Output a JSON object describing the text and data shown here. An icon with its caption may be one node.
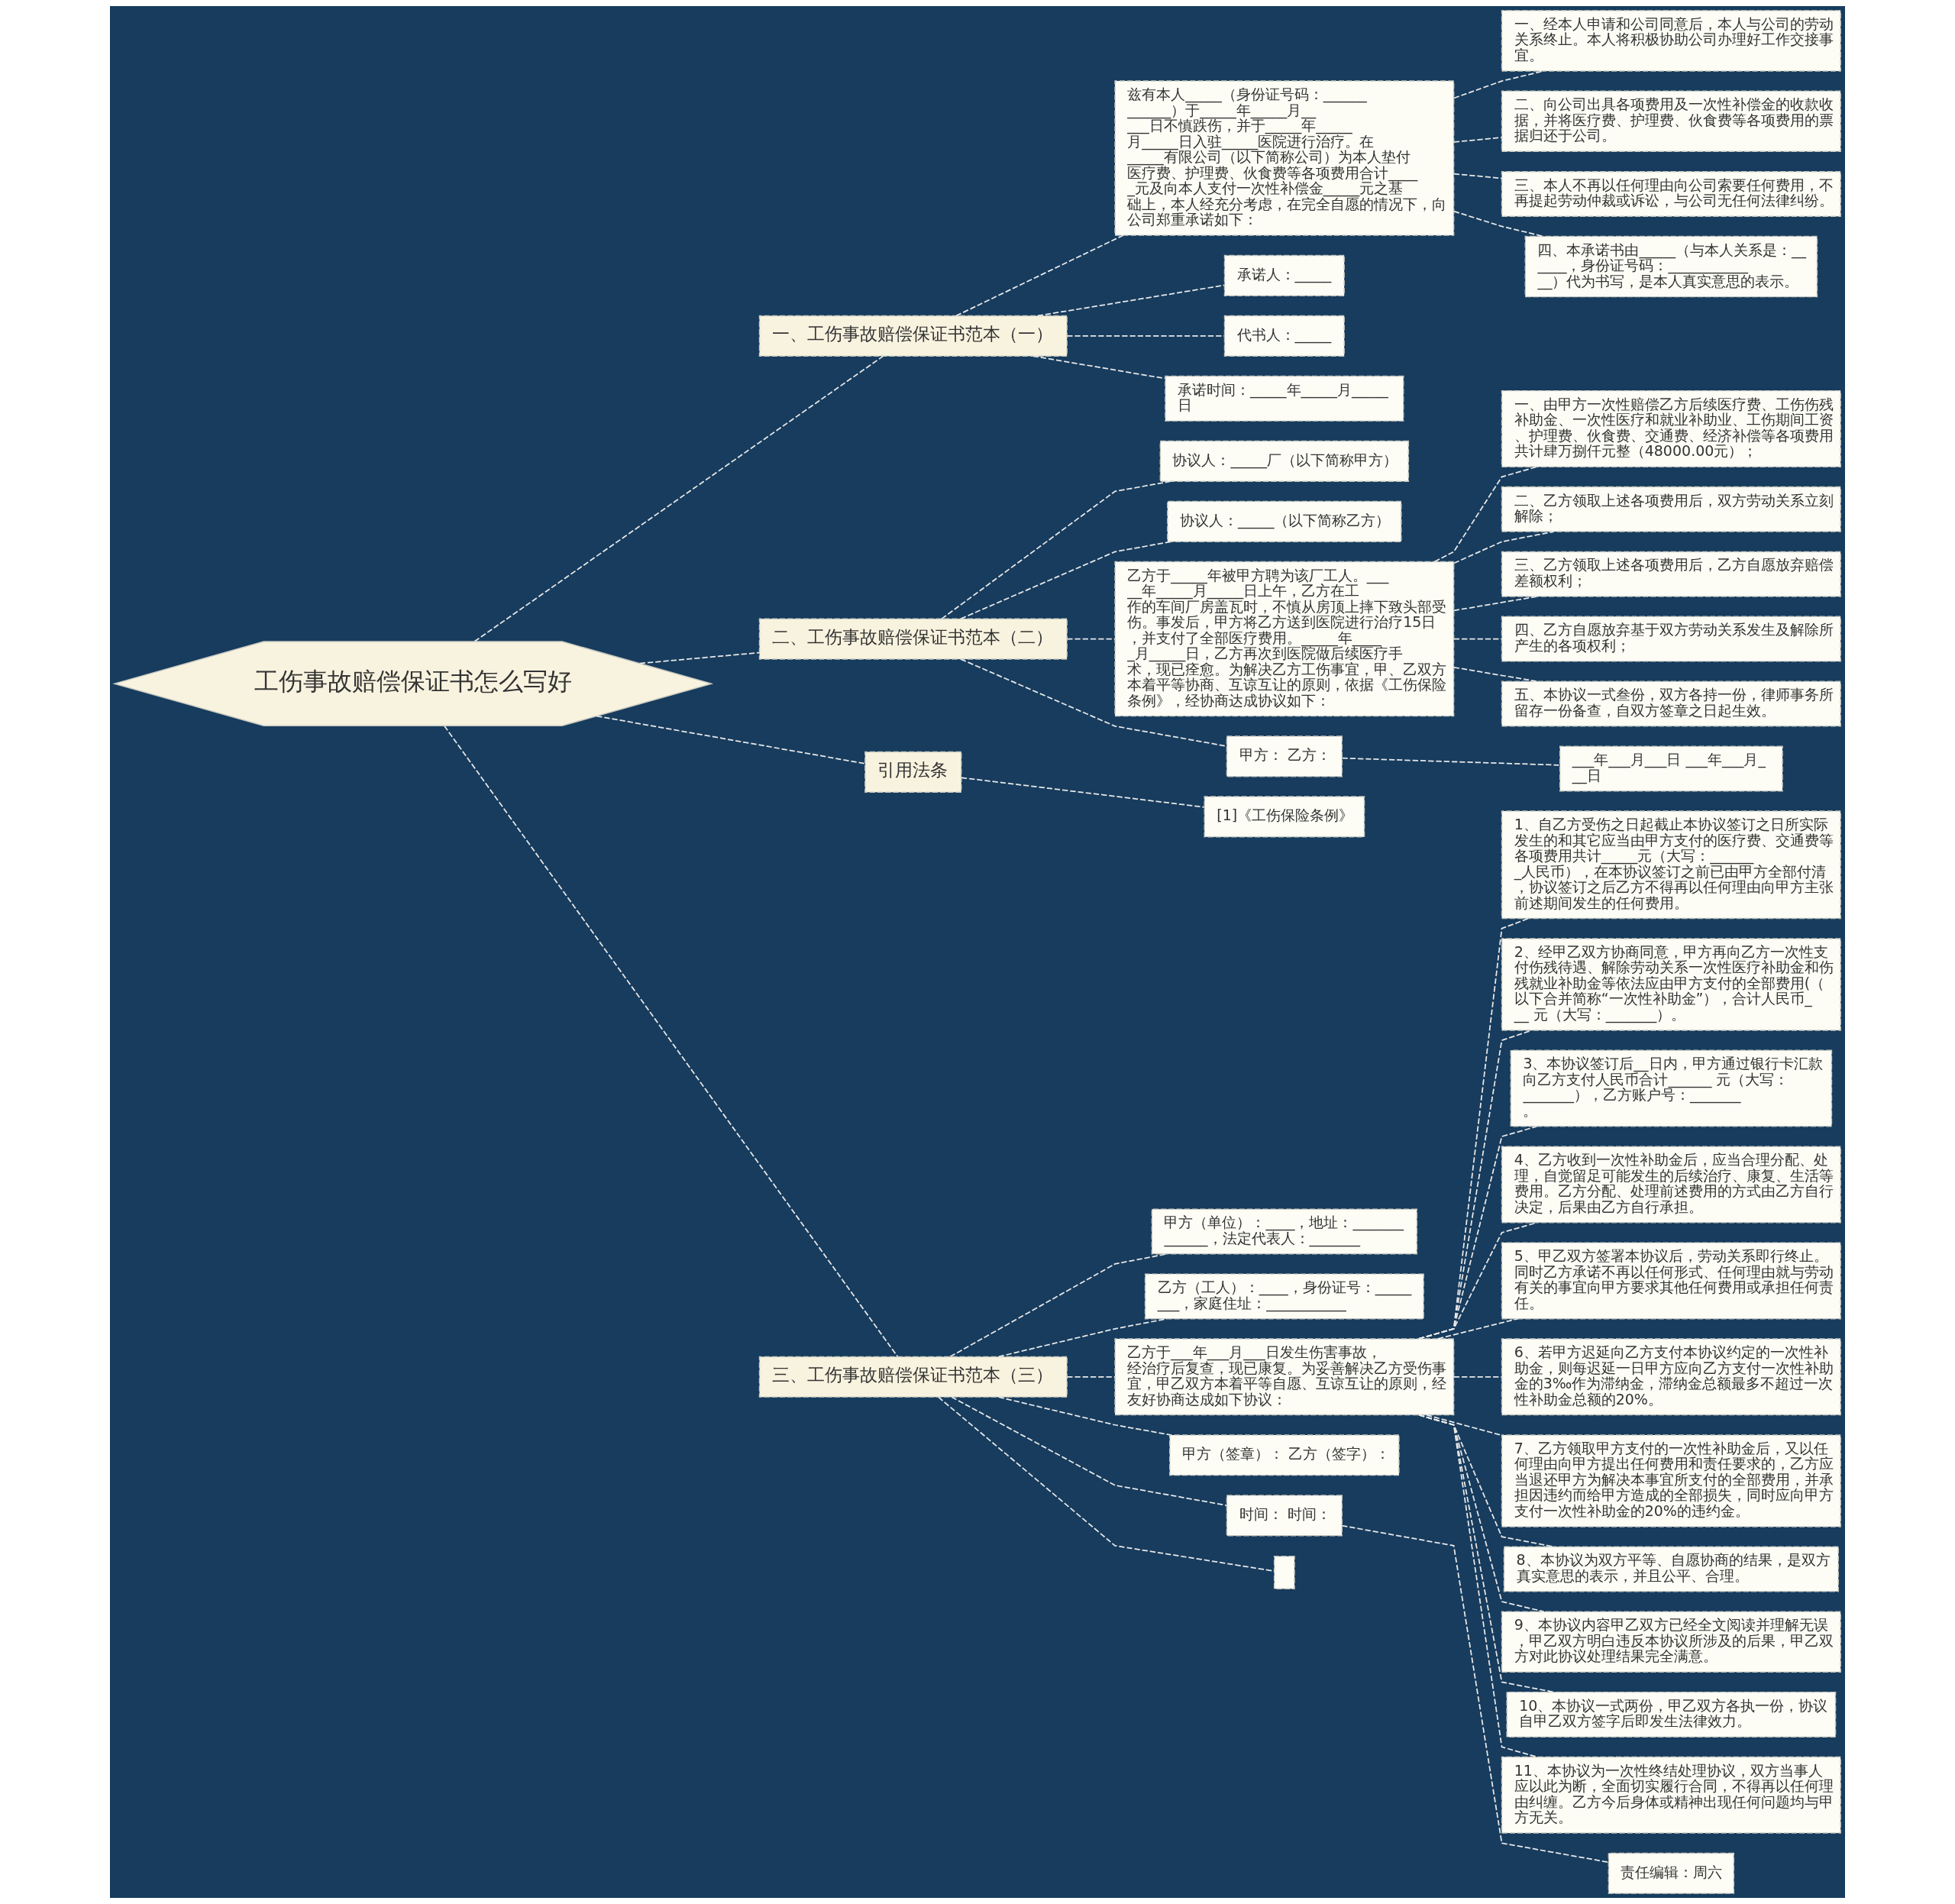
{
  "diagram": {
    "nodes": [
      {
        "text": [
          "工伤事故赔偿保证书怎么写好"
        ]
      },
      {
        "text": [
          "一、工伤事故赔偿保证书范本（一）"
        ]
      },
      {
        "text": [
          "兹有本人_____（身份证号码：____________）于_____年_____月_____日不慎跌伤，并于_____年_____月_____日入驻_____医院进行治疗。在_____有限公司（以下简称公司）为本人垫付医疗费、护理费、伙食费等各项费用合计_____元及向本人支付一次性补偿金_____元之基础上，本人经充分考虑，在完全自愿的情况下，向公司郑重承诺如下："
        ]
      },
      {
        "text": [
          "一、经本人申请和公司同意后，本人与公司的劳动关系终止。本人将积极协助公司办理好工作交接事宜。"
        ]
      },
      {
        "text": [
          "二、向公司出具各项费用及一次性补偿金的收款收据，并将医疗费、护理费、伙食费等各项费用的票据归还于公司。"
        ]
      },
      {
        "text": [
          "三、本人不再以任何理由向公司索要任何费用，不再提起劳动仲裁或诉讼，与公司无任何法律纠纷。"
        ]
      },
      {
        "text": [
          "四、本承诺书由_____（与本人关系是：______，身份证号码：_____________）代为书写，是本人真实意思的表示。"
        ]
      },
      {
        "text": [
          "承诺人：_____"
        ]
      },
      {
        "text": [
          "代书人：_____"
        ]
      },
      {
        "text": [
          "承诺时间：_____年_____月_____日"
        ]
      },
      {
        "text": [
          "二、工伤事故赔偿保证书范本（二）"
        ]
      },
      {
        "text": [
          "协议人：_____厂（以下简称甲方）"
        ]
      },
      {
        "text": [
          "协议人：_____（以下简称乙方）"
        ]
      },
      {
        "text": [
          "乙方于_____年被甲方聘为该厂工人。_____年_____月_____日上午，乙方在工作的车间厂房盖瓦时，不慎从房顶上摔下致头部受伤。事发后，甲方将乙方送到医院进行治疗15日，并支付了全部医疗费用。_____年_____月_____日，乙方再次到医院做后续医疗手术，现已痊愈。为解决乙方工伤事宜，甲、乙双方本着平等协商、互谅互让的原则，依据《工伤保险条例》，经协商达成协议如下："
        ]
      },
      {
        "text": [
          "一、由甲方一次性赔偿乙方后续医疗费、工伤伤残补助金、一次性医疗和就业补助业、工伤期间工资、护理费、伙食费、交通费、经济补偿等各项费用共计肆万捌仟元整（48000.00元）；"
        ]
      },
      {
        "text": [
          "二、乙方领取上述各项费用后，双方劳动关系立刻解除；"
        ]
      },
      {
        "text": [
          "三、乙方领取上述各项费用后，乙方自愿放弃赔偿差额权利；"
        ]
      },
      {
        "text": [
          "四、乙方自愿放弃基于双方劳动关系发生及解除所产生的各项权利；"
        ]
      },
      {
        "text": [
          "五、本协议一式叁份，双方各持一份，律师事务所留存一份备查，自双方签章之日起生效。"
        ]
      },
      {
        "text": [
          "甲方： 乙方："
        ]
      },
      {
        "text": [
          "___年___月___日 ___年___月___日"
        ]
      },
      {
        "text": [
          "引用法条"
        ]
      },
      {
        "text": [
          "[1]《工伤保险条例》"
        ]
      },
      {
        "text": [
          "三、工伤事故赔偿保证书范本（三）"
        ]
      },
      {
        "text": [
          "甲方（单位）：____，地址：_____________，法定代表人：_______"
        ]
      },
      {
        "text": [
          "乙方（工人）：____，身份证号：________，家庭住址：___________"
        ]
      },
      {
        "text": [
          "乙方于___年___月___日发生伤害事故，经治疗后复查，现已康复。为妥善解决乙方受伤事宜，甲乙双方本着平等自愿、互谅互让的原则，经友好协商达成如下协议："
        ]
      },
      {
        "text": [
          "1、自乙方受伤之日起截止本协议签订之日所实际发生的和其它应当由甲方支付的医疗费、交通费等各项费用共计_____元（大写：_______人民币），在本协议签订之前已由甲方全部付清，协议签订之后乙方不得再以任何理由向甲方主张前述期间发生的任何费用。"
        ]
      },
      {
        "text": [
          "2、经甲乙双方协商同意，甲方再向乙方一次性支付伤残待遇、解除劳动关系一次性医疗补助金和伤残就业补助金等依法应由甲方支付的全部费用(（以下合并简称“一次性补助金”），合计人民币___ 元（大写：_______）。"
        ]
      },
      {
        "text": [
          "3、本协议签订后__日内，甲方通过银行卡汇款向乙方支付人民币合计______ 元（大写：_______），乙方账户号：_______。"
        ]
      },
      {
        "text": [
          "4、乙方收到一次性补助金后，应当合理分配、处理，自觉留足可能发生的后续治疗、康复、生活等费用。乙方分配、处理前述费用的方式由乙方自行决定，后果由乙方自行承担。"
        ]
      },
      {
        "text": [
          "5、甲乙双方签署本协议后，劳动关系即行终止。同时乙方承诺不再以任何形式、任何理由就与劳动有关的事宜向甲方要求其他任何费用或承担任何责任。"
        ]
      },
      {
        "text": [
          "6、若甲方迟延向乙方支付本协议约定的一次性补助金，则每迟延一日甲方应向乙方支付一次性补助金的3‰作为滞纳金，滞纳金总额最多不超过一次性补助金总额的20%。"
        ]
      },
      {
        "text": [
          "7、乙方领取甲方支付的一次性补助金后，又以任何理由向甲方提出任何费用和责任要求的，乙方应当退还甲方为解决本事宜所支付的全部费用，并承担因违约而给甲方造成的全部损失，同时应向甲方支付一次性补助金的20%的违约金。"
        ]
      },
      {
        "text": [
          "8、本协议为双方平等、自愿协商的结果，是双方真实意思的表示，并且公平、合理。"
        ]
      },
      {
        "text": [
          "9、本协议内容甲乙双方已经全文阅读并理解无误，甲乙双方明白违反本协议所涉及的后果，甲乙双方对此协议处理结果完全满意。"
        ]
      },
      {
        "text": [
          "10、本协议一式两份，甲乙双方各执一份，协议自甲乙双方签字后即发生法律效力。"
        ]
      },
      {
        "text": [
          "11、本协议为一次性终结处理协议，双方当事人应以此为断，全面切实履行合同，不得再以任何理由纠缠。乙方今后身体或精神出现任何问题均与甲方无关。"
        ]
      },
      {
        "text": [
          "甲方（签章）： 乙方（签字）："
        ]
      },
      {
        "text": [
          "时间： 时间："
        ]
      },
      {
        "text": [
          "责任编辑：周六"
        ]
      },
      {
        "text": [],
        "shape": "box"
      }
    ],
    "edges": [
      {
        "from": 0,
        "to": 1,
        "arrow": "none",
        "style": "dashed"
      },
      {
        "from": 1,
        "to": 2,
        "arrow": "none",
        "style": "dashed"
      },
      {
        "from": 2,
        "to": 3,
        "arrow": "none",
        "style": "dashed"
      },
      {
        "from": 2,
        "to": 4,
        "arrow": "none",
        "style": "dashed"
      },
      {
        "from": 2,
        "to": 5,
        "arrow": "none",
        "style": "dashed"
      },
      {
        "from": 2,
        "to": 6,
        "arrow": "none",
        "style": "dashed"
      },
      {
        "from": 1,
        "to": 7,
        "arrow": "none",
        "style": "dashed"
      },
      {
        "from": 1,
        "to": 8,
        "arrow": "none",
        "style": "dashed"
      },
      {
        "from": 1,
        "to": 9,
        "arrow": "none",
        "style": "dashed"
      },
      {
        "from": 0,
        "to": 10,
        "arrow": "none",
        "style": "dashed"
      },
      {
        "from": 10,
        "to": 11,
        "arrow": "none",
        "style": "dashed"
      },
      {
        "from": 10,
        "to": 12,
        "arrow": "none",
        "style": "dashed"
      },
      {
        "from": 10,
        "to": 13,
        "arrow": "none",
        "style": "dashed"
      },
      {
        "from": 13,
        "to": 14,
        "arrow": "none",
        "style": "dashed"
      },
      {
        "from": 13,
        "to": 15,
        "arrow": "none",
        "style": "dashed"
      },
      {
        "from": 13,
        "to": 16,
        "arrow": "none",
        "style": "dashed"
      },
      {
        "from": 13,
        "to": 17,
        "arrow": "none",
        "style": "dashed"
      },
      {
        "from": 13,
        "to": 18,
        "arrow": "none",
        "style": "dashed"
      },
      {
        "from": 10,
        "to": 19,
        "arrow": "none",
        "style": "dashed"
      },
      {
        "from": 19,
        "to": 20,
        "arrow": "none",
        "style": "dashed"
      },
      {
        "from": 0,
        "to": 21,
        "arrow": "none",
        "style": "dashed"
      },
      {
        "from": 21,
        "to": 22,
        "arrow": "none",
        "style": "dashed"
      },
      {
        "from": 0,
        "to": 23,
        "arrow": "none",
        "style": "dashed"
      },
      {
        "from": 23,
        "to": 24,
        "arrow": "none",
        "style": "dashed"
      },
      {
        "from": 23,
        "to": 25,
        "arrow": "none",
        "style": "dashed"
      },
      {
        "from": 23,
        "to": 26,
        "arrow": "none",
        "style": "dashed"
      },
      {
        "from": 26,
        "to": 27,
        "arrow": "none",
        "style": "dashed"
      },
      {
        "from": 26,
        "to": 28,
        "arrow": "none",
        "style": "dashed"
      },
      {
        "from": 26,
        "to": 29,
        "arrow": "none",
        "style": "dashed"
      },
      {
        "from": 26,
        "to": 30,
        "arrow": "none",
        "style": "dashed"
      },
      {
        "from": 26,
        "to": 31,
        "arrow": "none",
        "style": "dashed"
      },
      {
        "from": 26,
        "to": 32,
        "arrow": "none",
        "style": "dashed"
      },
      {
        "from": 26,
        "to": 33,
        "arrow": "none",
        "style": "dashed"
      },
      {
        "from": 26,
        "to": 34,
        "arrow": "none",
        "style": "dashed"
      },
      {
        "from": 26,
        "to": 35,
        "arrow": "none",
        "style": "dashed"
      },
      {
        "from": 26,
        "to": 36,
        "arrow": "none",
        "style": "dashed"
      },
      {
        "from": 26,
        "to": 37,
        "arrow": "none",
        "style": "dashed"
      },
      {
        "from": 23,
        "to": 38,
        "arrow": "none",
        "style": "dashed"
      },
      {
        "from": 23,
        "to": 39,
        "arrow": "none",
        "style": "dashed"
      },
      {
        "from": 39,
        "to": 40,
        "arrow": "none",
        "style": "dashed"
      },
      {
        "from": 23,
        "to": 41,
        "arrow": "none",
        "style": "dashed"
      }
    ]
  }
}
